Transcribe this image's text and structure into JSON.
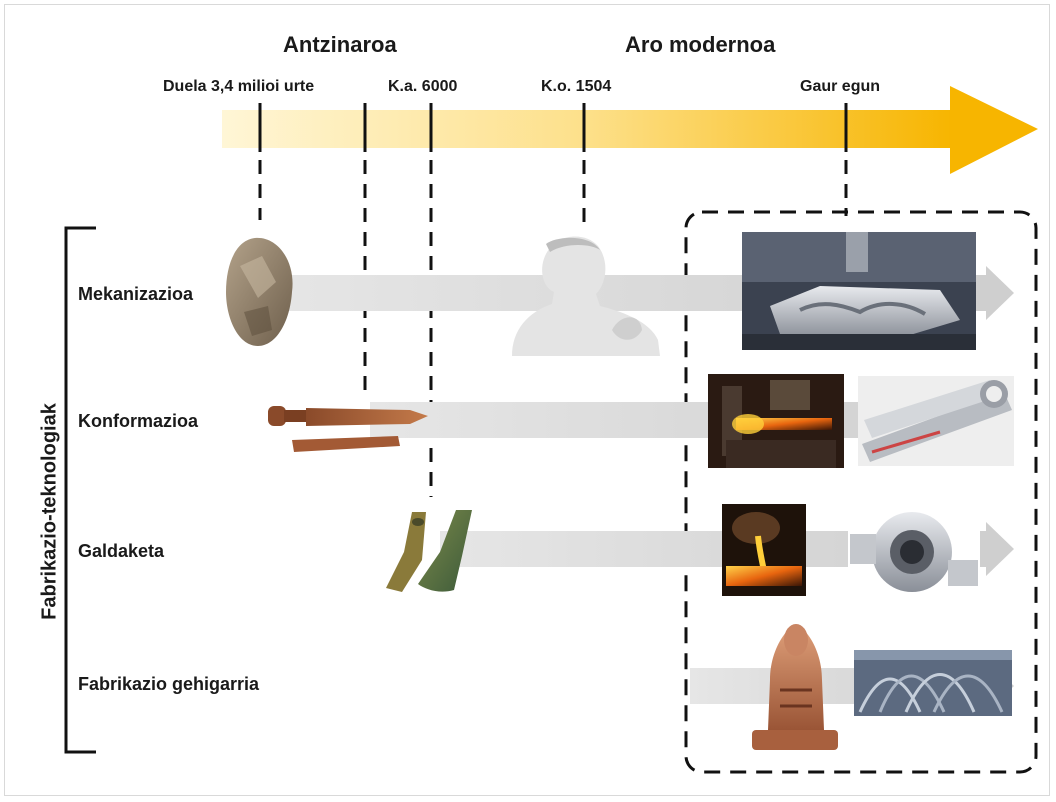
{
  "eras": {
    "ancient": "Antzinaroa",
    "modern": "Aro modernoa"
  },
  "ticks": {
    "t1": "Duela 3,4 milioi urte",
    "t2": "K.a. 6000",
    "t3": "K.o. 1504",
    "t4": "Gaur egun"
  },
  "axis_label": "Fabrikazio-teknologiak",
  "rows": {
    "machining": "Mekanizazioa",
    "forming": "Konformazioa",
    "casting": "Galdaketa",
    "additive": "Fabrikazio gehigarria"
  },
  "colors": {
    "arrow_start": "#fff3c4",
    "arrow_end": "#f7b500",
    "band": "#d3d3d3",
    "dash": "#111111"
  }
}
